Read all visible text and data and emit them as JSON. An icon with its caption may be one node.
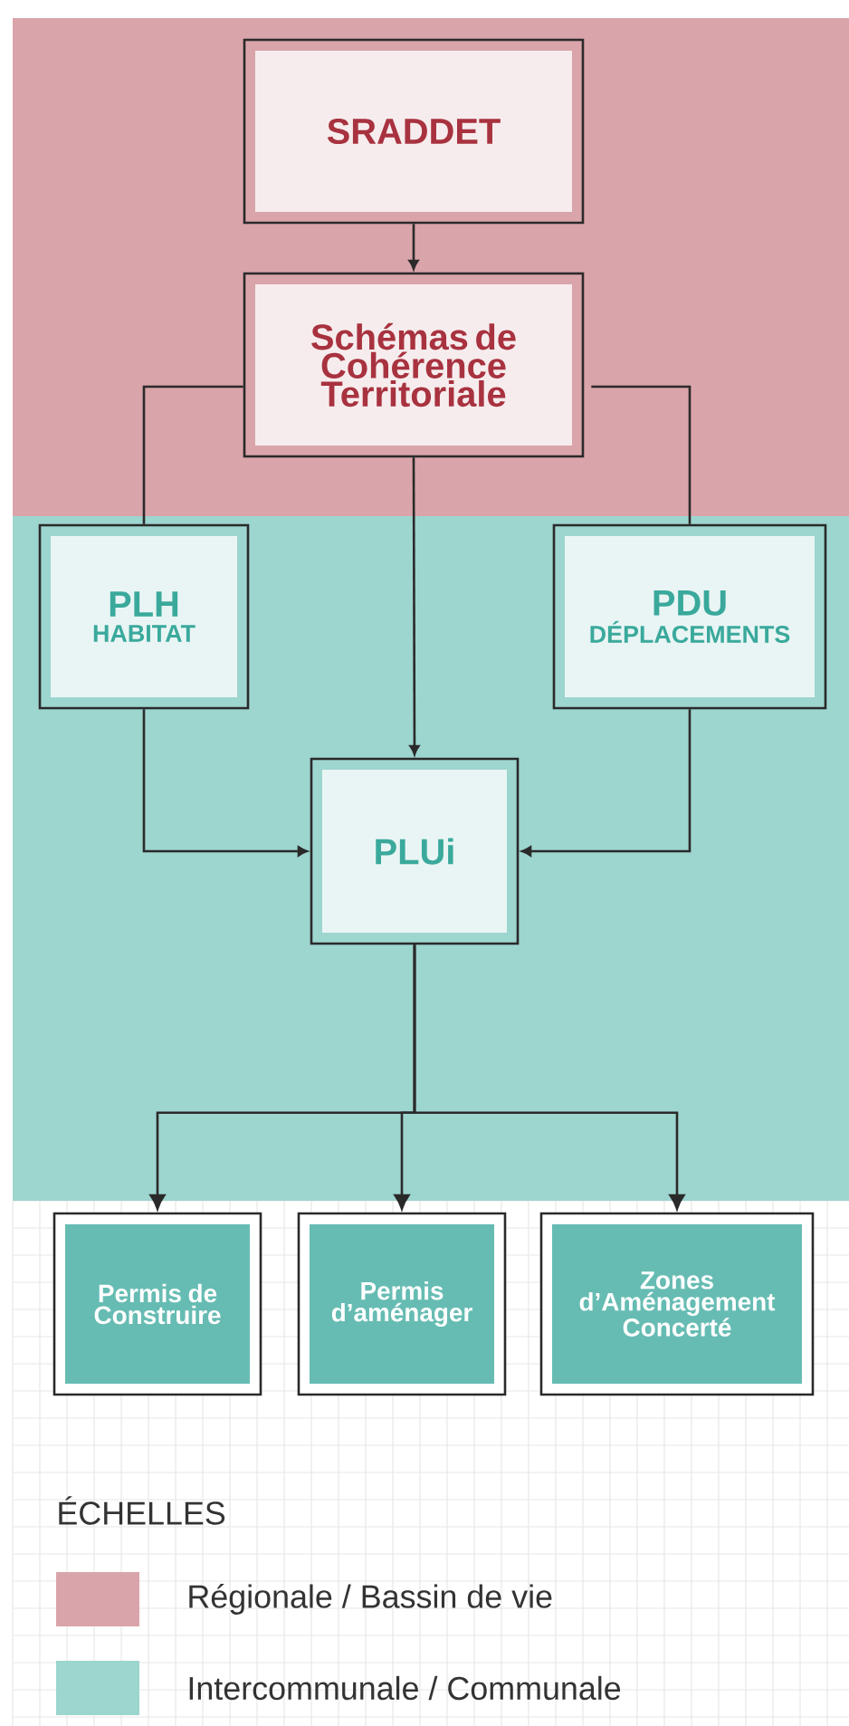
{
  "diagram": {
    "nodes": [
      {
        "text": [
          "SRADDET"
        ]
      },
      {
        "text": [
          "Schémas de Cohérence Territoriale"
        ]
      },
      {
        "text": [
          "PLH",
          "HABITAT"
        ]
      },
      {
        "text": [
          "PDU",
          "DÉPLACEMENTS"
        ]
      },
      {
        "text": [
          "PLUi"
        ]
      },
      {
        "text": [
          "Permis de Construire"
        ]
      },
      {
        "text": [
          "Permis d’aménager"
        ]
      },
      {
        "text": [
          "Zones d’Aménagement Concerté"
        ]
      }
    ],
    "edges": [
      {
        "from": 0,
        "to": 1,
        "arrow": "to"
      },
      {
        "from": 1,
        "to": 2,
        "arrow": "none"
      },
      {
        "from": 1,
        "to": 3,
        "arrow": "none"
      },
      {
        "from": 1,
        "to": 4,
        "arrow": "to"
      },
      {
        "from": 2,
        "to": 4,
        "arrow": "to"
      },
      {
        "from": 3,
        "to": 4,
        "arrow": "to"
      },
      {
        "from": 4,
        "to": 5,
        "arrow": "to"
      },
      {
        "from": 4,
        "to": 6,
        "arrow": "to"
      },
      {
        "from": 4,
        "to": 7,
        "arrow": "to"
      }
    ],
    "labels": [
      "ÉCHELLES"
    ],
    "legend": [
      {
        "text": "Régionale / Bassin de vie",
        "color": "#d9a4aa"
      },
      {
        "text": "Intercommunale / Communale",
        "color": "#9dd5cf"
      }
    ]
  }
}
